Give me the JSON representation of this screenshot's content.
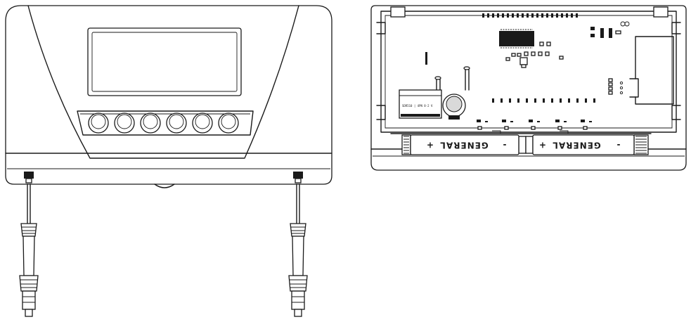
{
  "battery_1": {
    "plus": "+",
    "label": "GENERAL",
    "minus": "-"
  },
  "battery_2": {
    "plus": "+",
    "label": "GENERAL",
    "minus": "-"
  },
  "relay": {
    "label": "SDR510 | 4PN 8-2 V"
  }
}
